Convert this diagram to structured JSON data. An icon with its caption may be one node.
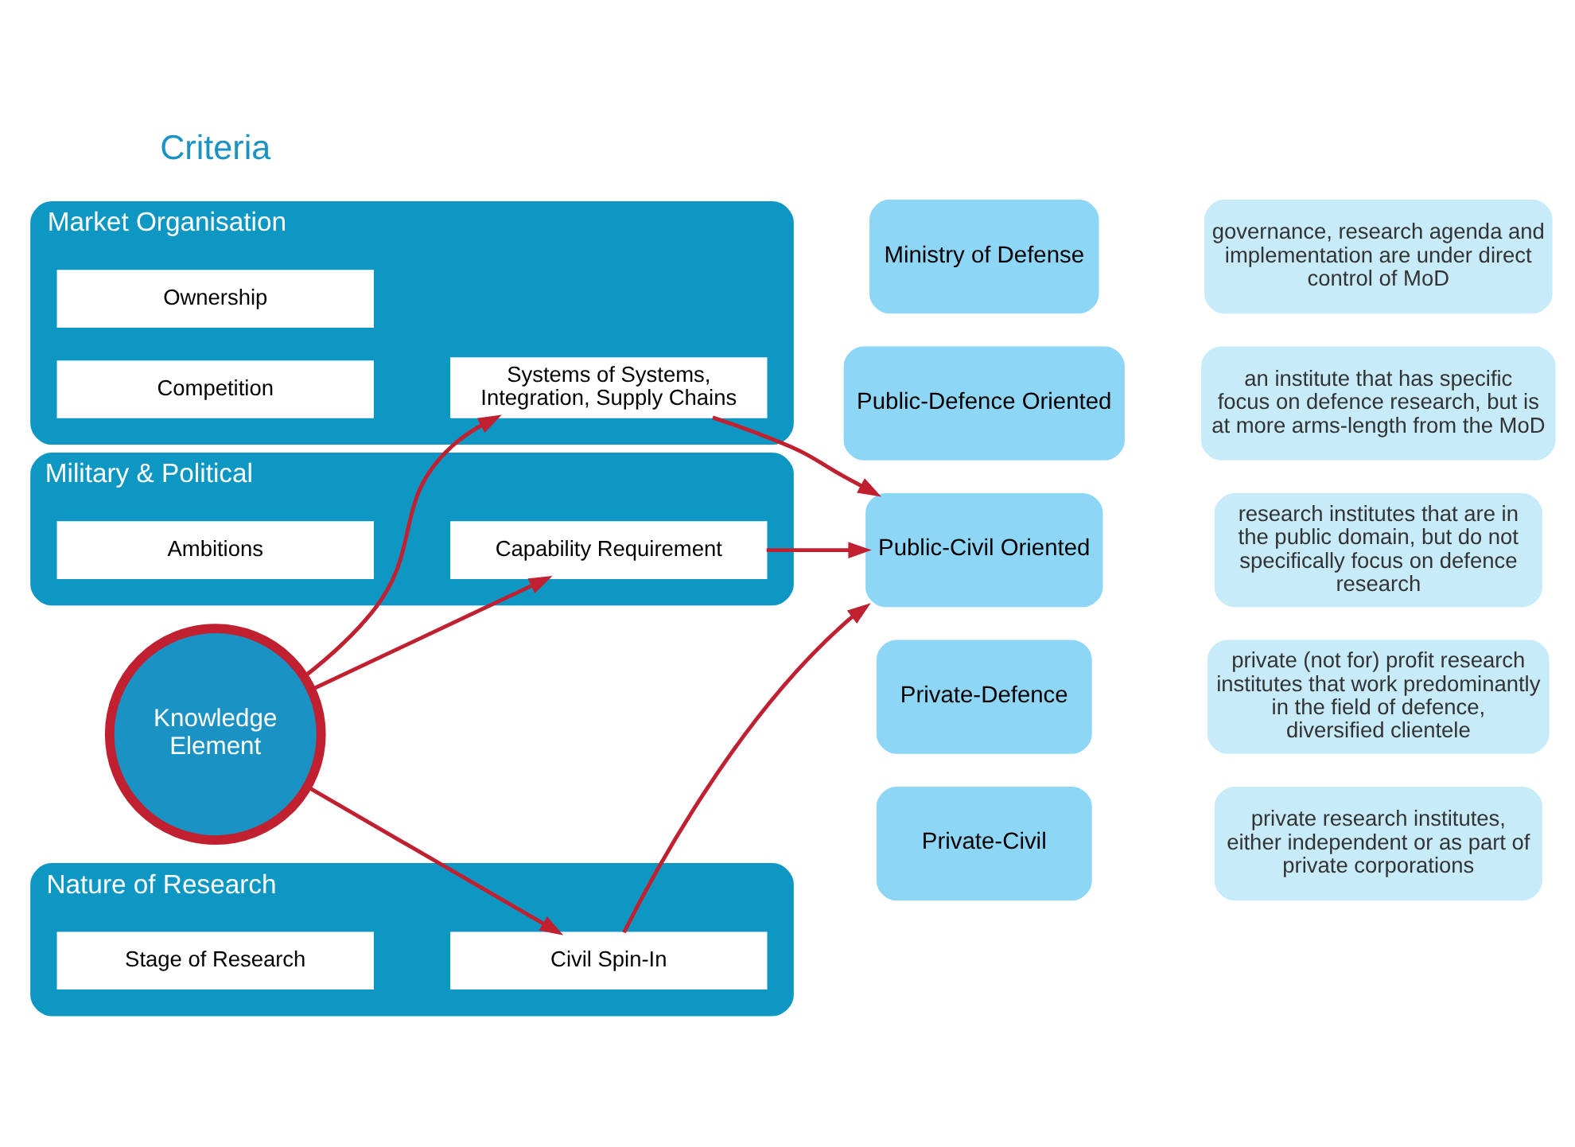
{
  "diagram": {
    "nodes": [
      {
        "text": [
          "Market Organisation"
        ]
      },
      {
        "text": [
          "Ownership"
        ],
        "in": 0
      },
      {
        "text": [
          "Systems of Systems, Integration, Supply Chains"
        ],
        "in": 0
      },
      {
        "text": [
          "Competition"
        ],
        "in": 0
      },
      {
        "text": [
          "Military & Political"
        ]
      },
      {
        "text": [
          "Capability Requirement"
        ],
        "in": 4
      },
      {
        "text": [
          "Ambitions"
        ],
        "in": 4
      },
      {
        "text": [
          "Nature of Research"
        ]
      },
      {
        "text": [
          "Civil Spin-In"
        ],
        "in": 7
      },
      {
        "text": [
          "Stage of Research"
        ],
        "in": 7
      },
      {
        "text": [
          "Knowledge Element"
        ]
      },
      {
        "text": [
          "Ministry of Defense"
        ]
      },
      {
        "text": [
          "governance, research agenda and implementation are under direct control of MoD"
        ]
      },
      {
        "text": [
          "Public-Defence Oriented"
        ]
      },
      {
        "text": [
          "an institute that has specific focus on defence research, but is at more arms-length from the MoD"
        ]
      },
      {
        "text": [
          "Public-Civil Oriented"
        ]
      },
      {
        "text": [
          "research institutes that are in the public domain, but do not specifically focus on defence research"
        ]
      },
      {
        "text": [
          "Private-Defence"
        ]
      },
      {
        "text": [
          "private (not for) profit research institutes that work predominantly in the field of defence, diversified clientele"
        ]
      },
      {
        "text": [
          "Private-Civil"
        ]
      },
      {
        "text": [
          "private research institutes, either independent or as part of private corporations"
        ]
      }
    ],
    "edges": [
      {
        "from": 10,
        "to": 2,
        "arrow": "to"
      },
      {
        "from": 10,
        "to": 5,
        "arrow": "to"
      },
      {
        "from": 10,
        "to": 8,
        "arrow": "to"
      },
      {
        "from": 2,
        "to": 15,
        "arrow": "to"
      },
      {
        "from": 5,
        "to": 15,
        "arrow": "to"
      },
      {
        "from": 8,
        "to": 15,
        "arrow": "to"
      }
    ],
    "labels": [
      "Criteria"
    ]
  }
}
